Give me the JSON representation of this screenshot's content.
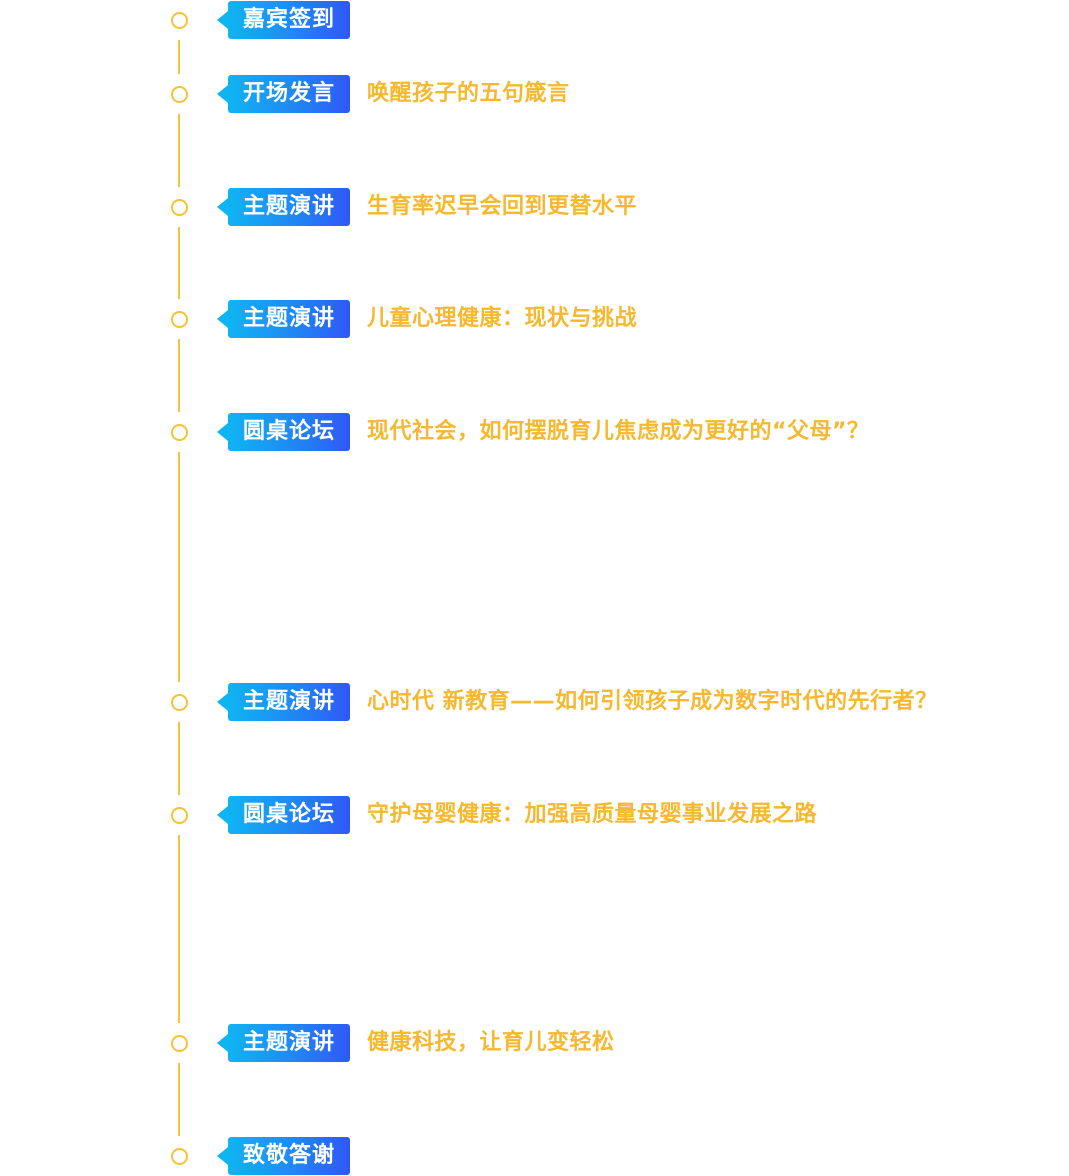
{
  "colors": {
    "accent_line": "#f6c23a",
    "title_text": "#f5b82e",
    "badge_gradient_start": "#0fb4f2",
    "badge_gradient_end": "#2f58f7"
  },
  "agenda": [
    {
      "type": "嘉宾签到",
      "title": ""
    },
    {
      "type": "开场发言",
      "title": "唤醒孩子的五句箴言"
    },
    {
      "type": "主题演讲",
      "title": "生育率迟早会回到更替水平"
    },
    {
      "type": "主题演讲",
      "title": "儿童心理健康：现状与挑战"
    },
    {
      "type": "圆桌论坛",
      "title": "现代社会，如何摆脱育儿焦虑成为更好的“父母”？"
    },
    {
      "type": "主题演讲",
      "title": "心时代  新教育——如何引领孩子成为数字时代的先行者？"
    },
    {
      "type": "圆桌论坛",
      "title": "守护母婴健康：加强高质量母婴事业发展之路"
    },
    {
      "type": "主题演讲",
      "title": "健康科技，让育儿变轻松"
    },
    {
      "type": "致敬答谢",
      "title": ""
    }
  ]
}
